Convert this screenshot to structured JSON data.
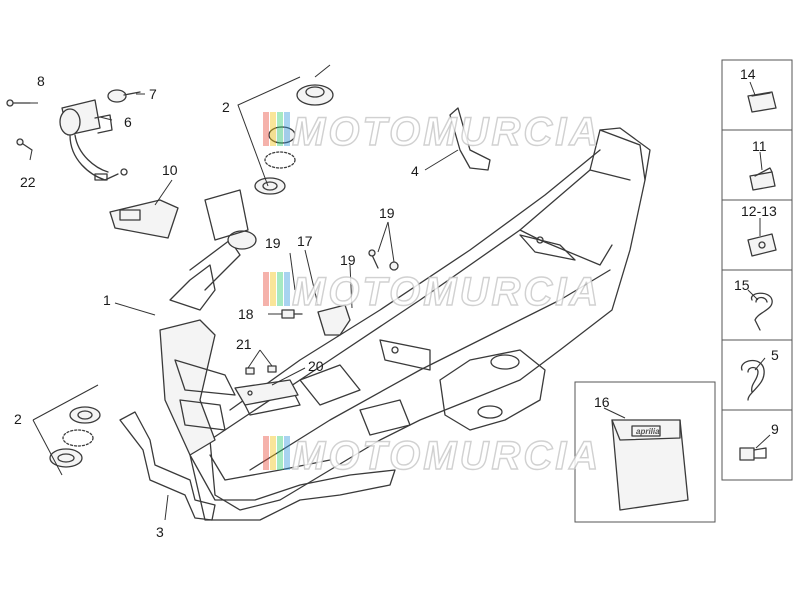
{
  "watermark": {
    "text": "MOTOMURCIA",
    "stripe_colors": [
      "#e74c3c",
      "#f1c40f",
      "#2ecc71",
      "#3498db"
    ]
  },
  "bag_logo": "aprilia",
  "callouts": {
    "c1": "1",
    "c2a": "2",
    "c2b": "2",
    "c3": "3",
    "c4": "4",
    "c5": "5",
    "c6": "6",
    "c7": "7",
    "c8": "8",
    "c9": "9",
    "c10": "10",
    "c11": "11",
    "c12_13": "12-13",
    "c14": "14",
    "c15": "15",
    "c16": "16",
    "c17": "17",
    "c18": "18",
    "c19a": "19",
    "c19b": "19",
    "c19c": "19",
    "c20": "20",
    "c21": "21",
    "c22": "22"
  }
}
